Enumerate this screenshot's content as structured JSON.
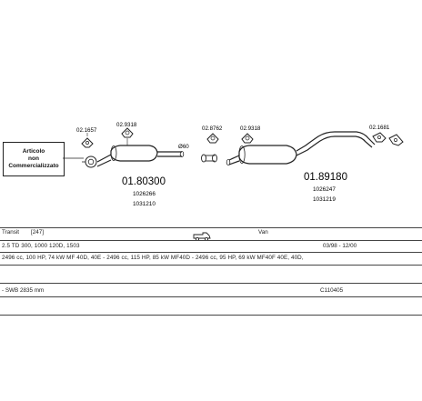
{
  "diagram": {
    "note_box": {
      "line1": "Articolo",
      "line2": "non",
      "line3": "Commercializzato"
    },
    "part_codes": {
      "bracket_left_1": "02.1657",
      "bracket_left_2": "02.9318",
      "bracket_mid_1": "02.8762",
      "bracket_mid_2": "02.9318",
      "bracket_right": "02.1681",
      "pipe_size": "Ø60"
    },
    "assembly_left": {
      "number": "01.80300",
      "ref1": "1026266",
      "ref2": "1031210"
    },
    "assembly_right": {
      "number": "01.89180",
      "ref1": "1026247",
      "ref2": "1031219"
    }
  },
  "info": {
    "model": "Transit",
    "model_suffix": "[247]",
    "body_type": "Van",
    "engine_line": "2.5 TD 300, 1000 120D, 1503",
    "date_range": "03/98 - 12/00",
    "spec_line": "2496 cc, 100 HP, 74 kW MF 40D, 40E - 2496 cc, 115 HP, 85 kW MF40D - 2496 cc, 95 HP, 69 kW MF40F 40E, 40D,",
    "wheelbase": "- SWB 2835 mm",
    "catalog_code": "C110405"
  },
  "colors": {
    "line": "#222222",
    "rule": "#444444",
    "background": "#ffffff"
  },
  "icons": {
    "vehicle": "van-icon"
  }
}
